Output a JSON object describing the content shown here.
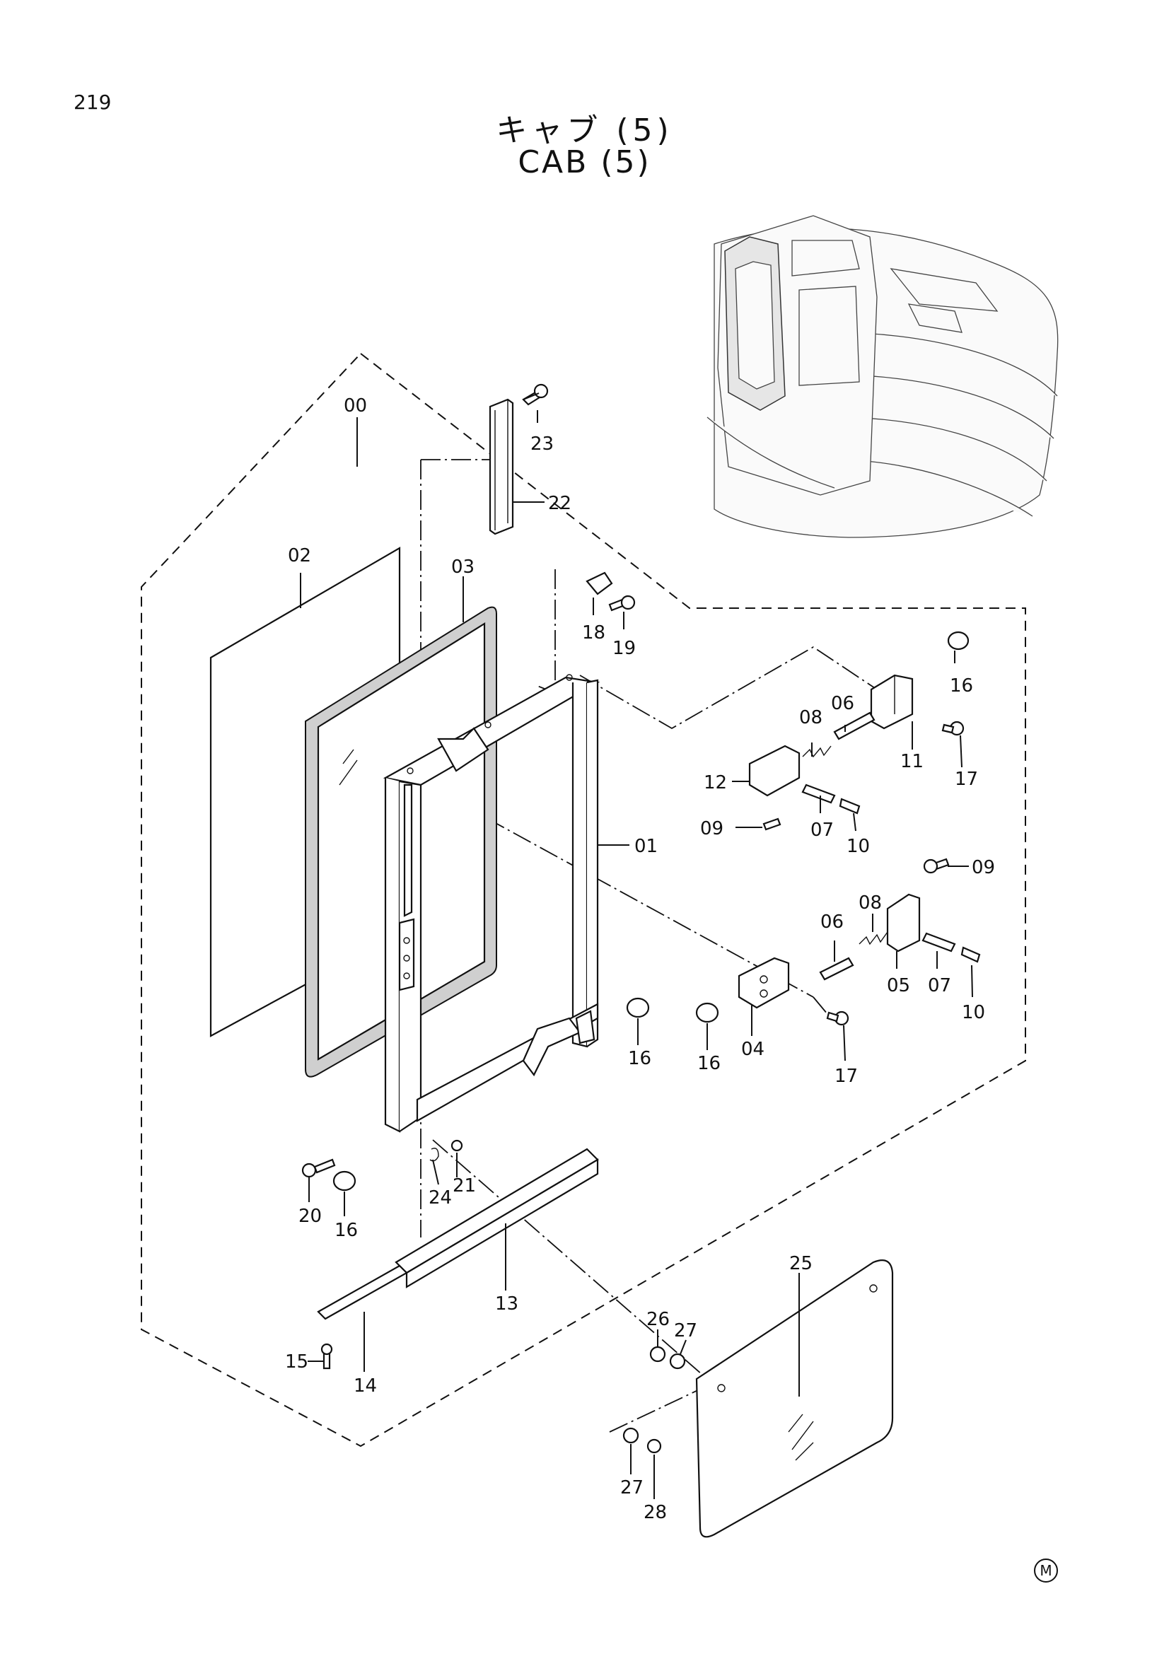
{
  "page": {
    "number": "219"
  },
  "title": {
    "japanese": "キャブ (5)",
    "english": "CAB (5)"
  },
  "corner_mark": "M",
  "callouts": [
    {
      "id": "c00",
      "text": "00"
    },
    {
      "id": "c23",
      "text": "23"
    },
    {
      "id": "c22",
      "text": "22"
    },
    {
      "id": "c02",
      "text": "02"
    },
    {
      "id": "c03",
      "text": "03"
    },
    {
      "id": "c18",
      "text": "18"
    },
    {
      "id": "c19",
      "text": "19"
    },
    {
      "id": "c16a",
      "text": "16"
    },
    {
      "id": "c08a",
      "text": "08"
    },
    {
      "id": "c06a",
      "text": "06"
    },
    {
      "id": "c11",
      "text": "11"
    },
    {
      "id": "c17a",
      "text": "17"
    },
    {
      "id": "c12",
      "text": "12"
    },
    {
      "id": "c09a",
      "text": "09"
    },
    {
      "id": "c07a",
      "text": "07"
    },
    {
      "id": "c10a",
      "text": "10"
    },
    {
      "id": "c01",
      "text": "01"
    },
    {
      "id": "c09b",
      "text": "09"
    },
    {
      "id": "c08b",
      "text": "08"
    },
    {
      "id": "c06b",
      "text": "06"
    },
    {
      "id": "c05",
      "text": "05"
    },
    {
      "id": "c07b",
      "text": "07"
    },
    {
      "id": "c10b",
      "text": "10"
    },
    {
      "id": "c16b",
      "text": "16"
    },
    {
      "id": "c16c",
      "text": "16"
    },
    {
      "id": "c04",
      "text": "04"
    },
    {
      "id": "c17b",
      "text": "17"
    },
    {
      "id": "c20",
      "text": "20"
    },
    {
      "id": "c16d",
      "text": "16"
    },
    {
      "id": "c24",
      "text": "24"
    },
    {
      "id": "c21",
      "text": "21"
    },
    {
      "id": "c13",
      "text": "13"
    },
    {
      "id": "c15",
      "text": "15"
    },
    {
      "id": "c14",
      "text": "14"
    },
    {
      "id": "c25",
      "text": "25"
    },
    {
      "id": "c26",
      "text": "26"
    },
    {
      "id": "c27a",
      "text": "27"
    },
    {
      "id": "c27b",
      "text": "27"
    },
    {
      "id": "c28",
      "text": "28"
    }
  ]
}
